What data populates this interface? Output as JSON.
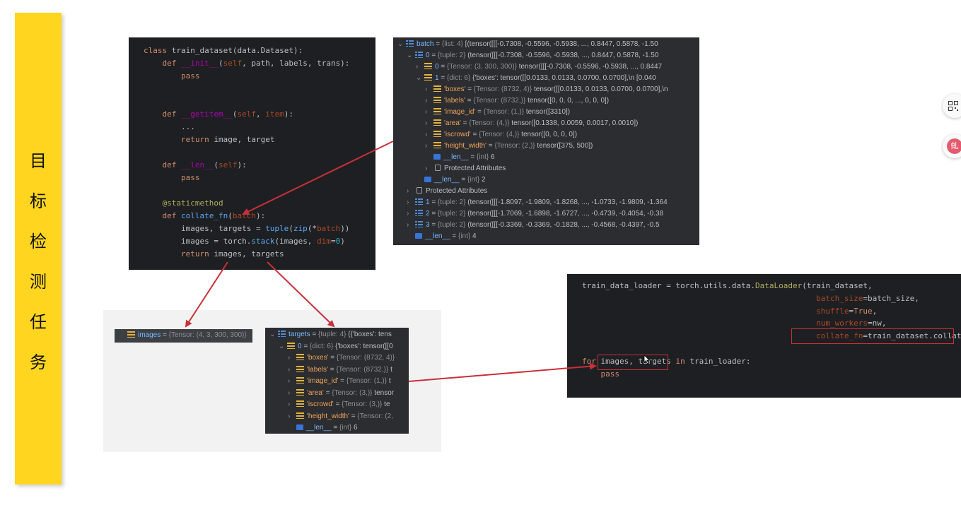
{
  "banner": {
    "chars": [
      "目",
      "标",
      "检",
      "测",
      "任",
      "务"
    ]
  },
  "code_class": {
    "lines": [
      [
        {
          "t": "class ",
          "c": "kw"
        },
        {
          "t": "train_dataset",
          "c": "gr"
        },
        {
          "t": "(data.Dataset):",
          "c": "gr"
        }
      ],
      [
        {
          "t": "    def ",
          "c": "kw"
        },
        {
          "t": "__init__",
          "c": "dn"
        },
        {
          "t": "(",
          "c": "gr"
        },
        {
          "t": "self",
          "c": "pm"
        },
        {
          "t": ", path, ",
          "c": "gr"
        },
        {
          "t": "labels",
          "c": "gr"
        },
        {
          "t": ", trans):",
          "c": "gr"
        }
      ],
      [
        {
          "t": "        pass",
          "c": "kw"
        }
      ],
      [
        {
          "t": "",
          "c": "gr"
        }
      ],
      [
        {
          "t": "",
          "c": "gr"
        }
      ],
      [
        {
          "t": "    def ",
          "c": "kw"
        },
        {
          "t": "__getitem__",
          "c": "dn"
        },
        {
          "t": "(",
          "c": "gr"
        },
        {
          "t": "self",
          "c": "pm"
        },
        {
          "t": ", ",
          "c": "gr"
        },
        {
          "t": "item",
          "c": "pm"
        },
        {
          "t": "):",
          "c": "gr"
        }
      ],
      [
        {
          "t": "        ...",
          "c": "gr"
        }
      ],
      [
        {
          "t": "        return ",
          "c": "kw"
        },
        {
          "t": "image, target",
          "c": "gr"
        }
      ],
      [
        {
          "t": "",
          "c": "gr"
        }
      ],
      [
        {
          "t": "    def ",
          "c": "kw"
        },
        {
          "t": "__len__",
          "c": "dn"
        },
        {
          "t": "(",
          "c": "gr"
        },
        {
          "t": "self",
          "c": "pm"
        },
        {
          "t": "):",
          "c": "gr"
        }
      ],
      [
        {
          "t": "        pass",
          "c": "kw"
        }
      ],
      [
        {
          "t": "",
          "c": "gr"
        }
      ],
      [
        {
          "t": "    @staticmethod",
          "c": "sd"
        }
      ],
      [
        {
          "t": "    def ",
          "c": "kw"
        },
        {
          "t": "collate_fn",
          "c": "fn"
        },
        {
          "t": "(",
          "c": "gr"
        },
        {
          "t": "batch",
          "c": "pm"
        },
        {
          "t": "):",
          "c": "gr"
        }
      ],
      [
        {
          "t": "        images, targets = ",
          "c": "gr"
        },
        {
          "t": "tuple",
          "c": "fn"
        },
        {
          "t": "(",
          "c": "gr"
        },
        {
          "t": "zip",
          "c": "fn"
        },
        {
          "t": "(*",
          "c": "gr"
        },
        {
          "t": "batch",
          "c": "pm"
        },
        {
          "t": "))",
          "c": "gr"
        }
      ],
      [
        {
          "t": "        images = torch.",
          "c": "gr"
        },
        {
          "t": "stack",
          "c": "fn"
        },
        {
          "t": "(images, ",
          "c": "gr"
        },
        {
          "t": "dim",
          "c": "pm"
        },
        {
          "t": "=",
          "c": "gr"
        },
        {
          "t": "0",
          "c": "nm"
        },
        {
          "t": ")",
          "c": "gr"
        }
      ],
      [
        {
          "t": "        return ",
          "c": "kw"
        },
        {
          "t": "images, targets",
          "c": "gr"
        }
      ]
    ]
  },
  "batch_tree": {
    "rows": [
      {
        "tw": "⌄",
        "icon": "list",
        "name": "batch",
        "nc": "nm-b",
        "eq": " = ",
        "type": "{list: 4}",
        "val": " [(tensor([[[-0.7308, -0.5596, -0.5938,  ...,  0.8447,  0.5878, -1.50"
      },
      {
        "tw": "⌄",
        "icon": "list",
        "name": "0",
        "nc": "nm-b",
        "eq": " = ",
        "type": "{tuple: 2}",
        "val": " (tensor([[[-0.7308, -0.5596, -0.5938,  ...,  0.8447,  0.5878, -1.50"
      },
      {
        "tw": "›",
        "icon": "field",
        "name": "0",
        "nc": "nm-b",
        "eq": " = ",
        "type": "{Tensor: (3, 300, 300)}",
        "val": " tensor([[[-0.7308, -0.5596, -0.5938,  ...,  0.8447"
      },
      {
        "tw": "⌄",
        "icon": "field",
        "name": "1",
        "nc": "nm-b",
        "eq": " = ",
        "type": "{dict: 6}",
        "val": " {'boxes': tensor([[0.0133, 0.0133, 0.0700, 0.0700],\\n        [0.040"
      },
      {
        "tw": "›",
        "icon": "field",
        "name": "'boxes'",
        "nc": "nm-o",
        "eq": " = ",
        "type": "{Tensor: (8732, 4)}",
        "val": " tensor([[0.0133, 0.0133, 0.0700, 0.0700],\\n"
      },
      {
        "tw": "›",
        "icon": "field",
        "name": "'labels'",
        "nc": "nm-o",
        "eq": " = ",
        "type": "{Tensor: (8732,)}",
        "val": " tensor([0, 0, 0,  ..., 0, 0, 0])"
      },
      {
        "tw": "›",
        "icon": "field",
        "name": "'image_id'",
        "nc": "nm-o",
        "eq": " = ",
        "type": "{Tensor: (1,)}",
        "val": " tensor([3310])"
      },
      {
        "tw": "›",
        "icon": "field",
        "name": "'area'",
        "nc": "nm-o",
        "eq": " = ",
        "type": "{Tensor: (4,)}",
        "val": " tensor([0.1338, 0.0059, 0.0017, 0.0010])"
      },
      {
        "tw": "›",
        "icon": "field",
        "name": "'iscrowd'",
        "nc": "nm-o",
        "eq": " = ",
        "type": "{Tensor: (4,)}",
        "val": " tensor([0, 0, 0, 0])"
      },
      {
        "tw": "›",
        "icon": "field",
        "name": "'height_width'",
        "nc": "nm-o",
        "eq": " = ",
        "type": "{Tensor: (2,)}",
        "val": " tensor([375, 500])"
      },
      {
        "tw": "",
        "icon": "int",
        "name": "__len__",
        "nc": "nm-b",
        "eq": " = ",
        "type": "{int}",
        "val": " 6"
      },
      {
        "tw": "›",
        "icon": "lock",
        "name": "Protected Attributes",
        "nc": "gr",
        "eq": "",
        "type": "",
        "val": ""
      },
      {
        "tw": "",
        "icon": "int",
        "name": "__len__",
        "nc": "nm-b",
        "eq": " = ",
        "type": "{int}",
        "val": " 2"
      },
      {
        "tw": "›",
        "icon": "lock",
        "name": "Protected Attributes",
        "nc": "gr",
        "eq": "",
        "type": "",
        "val": ""
      },
      {
        "tw": "›",
        "icon": "list",
        "name": "1",
        "nc": "nm-b",
        "eq": " = ",
        "type": "{tuple: 2}",
        "val": " (tensor([[[-1.8097, -1.9809, -1.8268,  ..., -1.0733, -1.9809, -1.364"
      },
      {
        "tw": "›",
        "icon": "list",
        "name": "2",
        "nc": "nm-b",
        "eq": " = ",
        "type": "{tuple: 2}",
        "val": " (tensor([[[-1.7069, -1.6898, -1.6727,  ..., -0.4739, -0.4054, -0.38"
      },
      {
        "tw": "›",
        "icon": "list",
        "name": "3",
        "nc": "nm-b",
        "eq": " = ",
        "type": "{tuple: 2}",
        "val": " (tensor([[[-0.3369, -0.3369, -0.1828,  ..., -0.4568, -0.4397, -0.5"
      },
      {
        "tw": "",
        "icon": "int",
        "name": "__len__",
        "nc": "nm-b",
        "eq": " = ",
        "type": "{int}",
        "val": " 4"
      }
    ]
  },
  "images_tree": {
    "rows": [
      {
        "tw": "",
        "icon": "field",
        "name": "images",
        "nc": "nm-b",
        "eq": " = ",
        "type": "{Tensor: (4, 3, 300, 300)}",
        "val": ""
      }
    ]
  },
  "targets_tree": {
    "rows": [
      {
        "tw": "⌄",
        "icon": "list",
        "name": "targets",
        "nc": "nm-b",
        "eq": " = ",
        "type": "{tuple: 4}",
        "val": " ({'boxes': tens"
      },
      {
        "tw": "⌄",
        "icon": "field",
        "name": "0",
        "nc": "nm-b",
        "eq": " = ",
        "type": "{dict: 6}",
        "val": " {'boxes': tensor([[0"
      },
      {
        "tw": "›",
        "icon": "field",
        "name": "'boxes'",
        "nc": "nm-o",
        "eq": " = ",
        "type": "{Tensor: (8732, 4)}",
        "val": ""
      },
      {
        "tw": "›",
        "icon": "field",
        "name": "'labels'",
        "nc": "nm-o",
        "eq": " = ",
        "type": "{Tensor: (8732,)}",
        "val": " t"
      },
      {
        "tw": "›",
        "icon": "field",
        "name": "'image_id'",
        "nc": "nm-o",
        "eq": " = ",
        "type": "{Tensor: (1,)}",
        "val": " t"
      },
      {
        "tw": "›",
        "icon": "field",
        "name": "'area'",
        "nc": "nm-o",
        "eq": " = ",
        "type": "{Tensor: (3,)}",
        "val": " tensor"
      },
      {
        "tw": "›",
        "icon": "field",
        "name": "'iscrowd'",
        "nc": "nm-o",
        "eq": " = ",
        "type": "{Tensor: (3,)}",
        "val": " te"
      },
      {
        "tw": "›",
        "icon": "field",
        "name": "'height_width'",
        "nc": "nm-o",
        "eq": " = ",
        "type": "{Tensor: (2,",
        "val": ""
      },
      {
        "tw": "",
        "icon": "int",
        "name": "__len__",
        "nc": "nm-b",
        "eq": " = ",
        "type": "{int}",
        "val": " 6"
      }
    ]
  },
  "code_loader": {
    "lines": [
      [
        {
          "t": "train_data_loader = torch.utils.data.",
          "c": "gr"
        },
        {
          "t": "DataLoader",
          "c": "sd"
        },
        {
          "t": "(train_dataset,",
          "c": "gr"
        }
      ],
      [
        {
          "t": "                                                  ",
          "c": "gr"
        },
        {
          "t": "batch_size",
          "c": "pm"
        },
        {
          "t": "=batch_size,",
          "c": "gr"
        }
      ],
      [
        {
          "t": "                                                  ",
          "c": "gr"
        },
        {
          "t": "shuffle",
          "c": "pm"
        },
        {
          "t": "=",
          "c": "gr"
        },
        {
          "t": "True",
          "c": "kw"
        },
        {
          "t": ",",
          "c": "gr"
        }
      ],
      [
        {
          "t": "                                                  ",
          "c": "gr"
        },
        {
          "t": "num_workers",
          "c": "pm"
        },
        {
          "t": "=nw,",
          "c": "gr"
        }
      ],
      [
        {
          "t": "                                                  ",
          "c": "gr"
        },
        {
          "t": "collate_fn",
          "c": "pm"
        },
        {
          "t": "=train_dataset.collate_fn)",
          "c": "gr"
        }
      ],
      [
        {
          "t": "",
          "c": "gr"
        }
      ],
      [
        {
          "t": "for ",
          "c": "kw"
        },
        {
          "t": "images, targets ",
          "c": "gr"
        },
        {
          "t": "in ",
          "c": "kw"
        },
        {
          "t": "train_loader:",
          "c": "gr"
        }
      ],
      [
        {
          "t": "    pass",
          "c": "kw"
        }
      ]
    ]
  },
  "colors": {
    "banner": "#ffd51f",
    "arrow": "#c8303a",
    "editor_bg": "#1e1f22",
    "debugger_bg": "#2b2d30"
  },
  "floating": {
    "brand_glyph": "虬"
  }
}
